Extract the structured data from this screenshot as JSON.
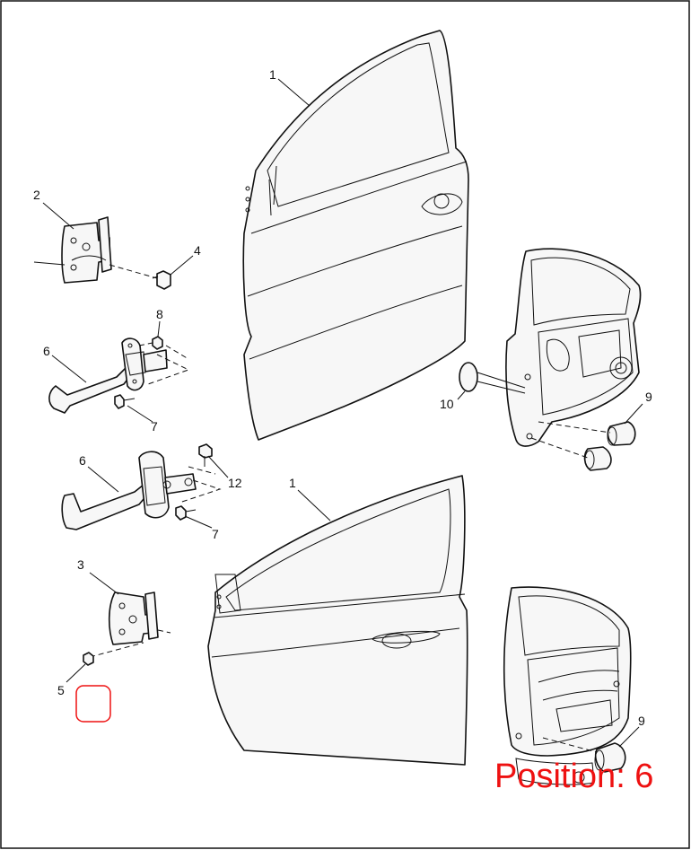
{
  "callouts": [
    {
      "id": "c1a",
      "label": "1"
    },
    {
      "id": "c1b",
      "label": "1"
    },
    {
      "id": "c2",
      "label": "2"
    },
    {
      "id": "c3",
      "label": "3"
    },
    {
      "id": "c4",
      "label": "4"
    },
    {
      "id": "c5",
      "label": "5"
    },
    {
      "id": "c6a",
      "label": "6"
    },
    {
      "id": "c6b",
      "label": "6"
    },
    {
      "id": "c7a",
      "label": "7"
    },
    {
      "id": "c7b",
      "label": "7"
    },
    {
      "id": "c8",
      "label": "8"
    },
    {
      "id": "c9a",
      "label": "9"
    },
    {
      "id": "c9b",
      "label": "9"
    },
    {
      "id": "c10",
      "label": "10"
    },
    {
      "id": "c12",
      "label": "12"
    }
  ],
  "position_label": "Position: 6",
  "colors": {
    "line": "#111111",
    "highlight": "#ee1111",
    "background": "#ffffff"
  }
}
